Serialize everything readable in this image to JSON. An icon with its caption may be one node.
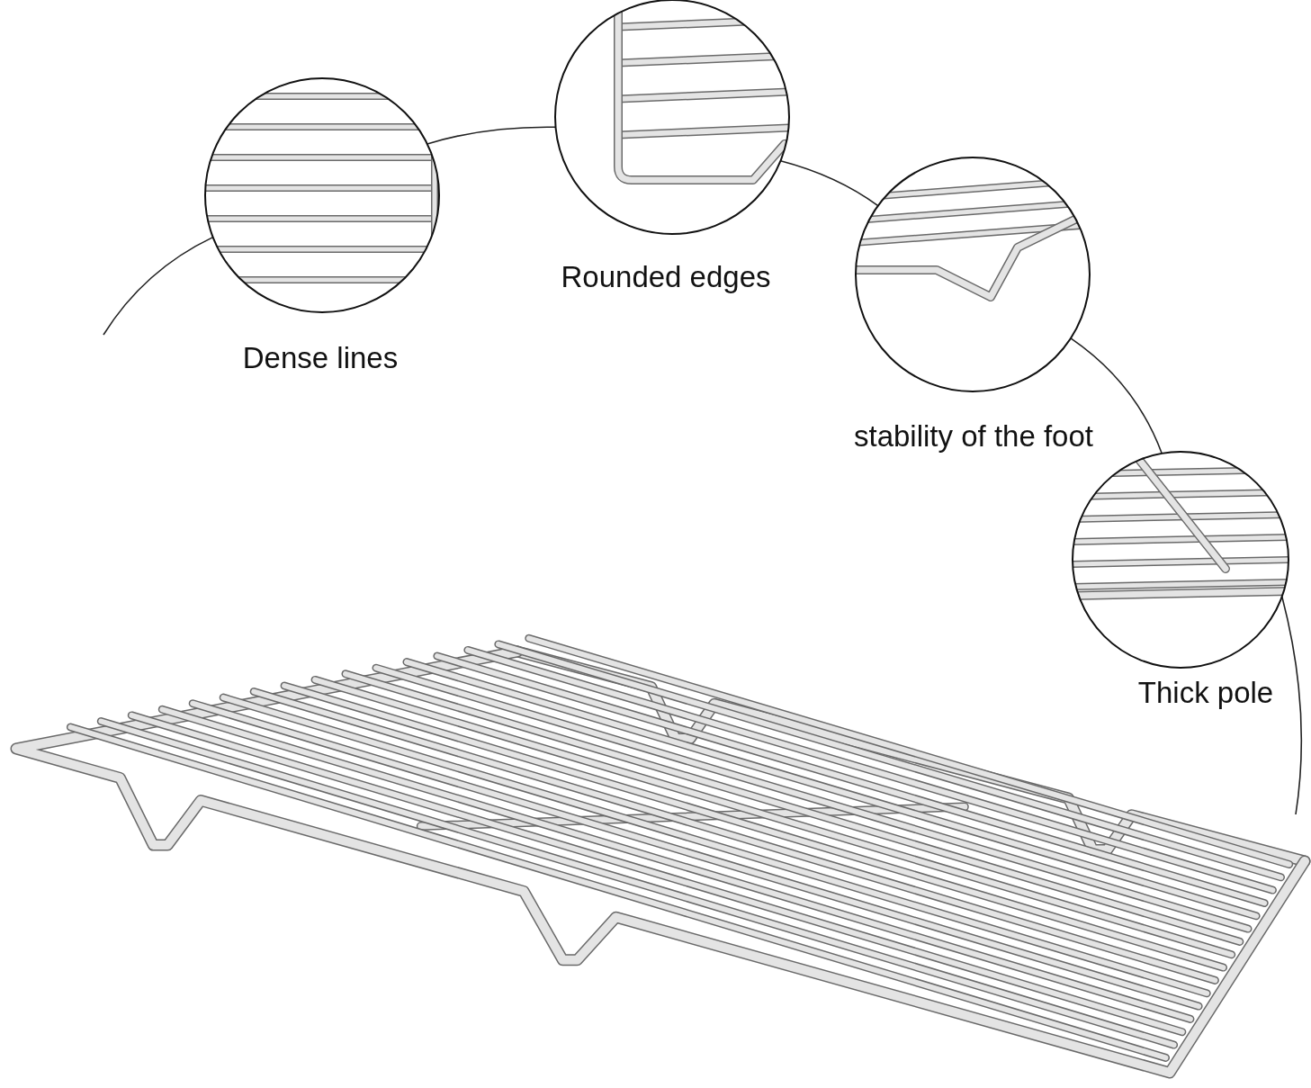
{
  "diagram": {
    "nodes": [
      {
        "text": [
          "Dense lines"
        ]
      },
      {
        "text": [
          "Rounded edges"
        ]
      },
      {
        "text": [
          "stability of the foot"
        ]
      },
      {
        "text": [
          "Thick pole"
        ]
      }
    ],
    "edges": [
      {
        "from": null,
        "to": 0,
        "arrow": "none"
      },
      {
        "from": 0,
        "to": 1,
        "arrow": "none"
      },
      {
        "from": 1,
        "to": 2,
        "arrow": "none"
      },
      {
        "from": 2,
        "to": 3,
        "arrow": "none"
      },
      {
        "from": 3,
        "to": null,
        "arrow": "none"
      }
    ]
  }
}
